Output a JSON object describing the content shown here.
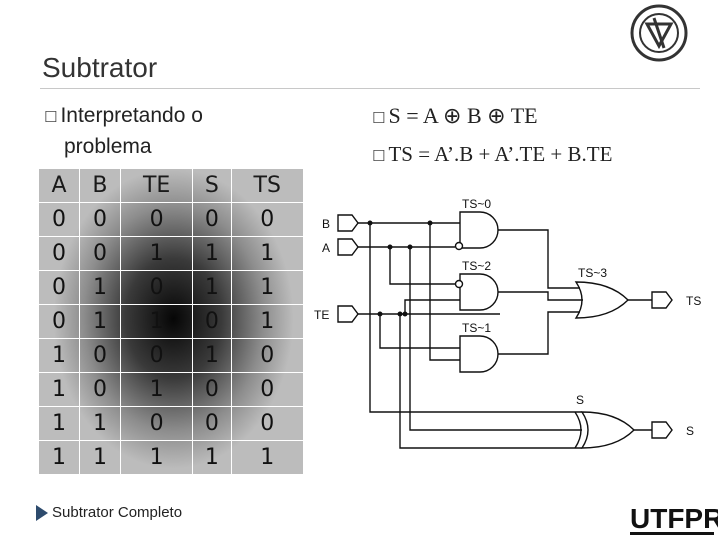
{
  "slide": {
    "title": "Subtrator",
    "bullet_left_line1": "Interpretando o",
    "bullet_left_line2": "problema",
    "eq1": "S = A ⊕ B ⊕ TE",
    "eq2": "TS = A’.B + A’.TE + B.TE",
    "caption": "Subtrator Completo"
  },
  "table": {
    "headers": [
      "A",
      "B",
      "TE",
      "S",
      "TS"
    ],
    "rows": [
      [
        "0",
        "0",
        "0",
        "0",
        "0"
      ],
      [
        "0",
        "0",
        "1",
        "1",
        "1"
      ],
      [
        "0",
        "1",
        "0",
        "1",
        "1"
      ],
      [
        "0",
        "1",
        "1",
        "0",
        "1"
      ],
      [
        "1",
        "0",
        "0",
        "1",
        "0"
      ],
      [
        "1",
        "0",
        "1",
        "0",
        "0"
      ],
      [
        "1",
        "1",
        "0",
        "0",
        "0"
      ],
      [
        "1",
        "1",
        "1",
        "1",
        "1"
      ]
    ]
  },
  "circuit": {
    "inputs": [
      "B",
      "A",
      "TE"
    ],
    "gate_labels": [
      "TS~0",
      "TS~2",
      "TS~3",
      "TS~1",
      "S"
    ],
    "outputs": [
      "TS",
      "S"
    ]
  },
  "branding": {
    "logo_text": "UTFPR"
  },
  "colors": {
    "accent_arrow": "#2d4b6d",
    "title": "#333333"
  }
}
